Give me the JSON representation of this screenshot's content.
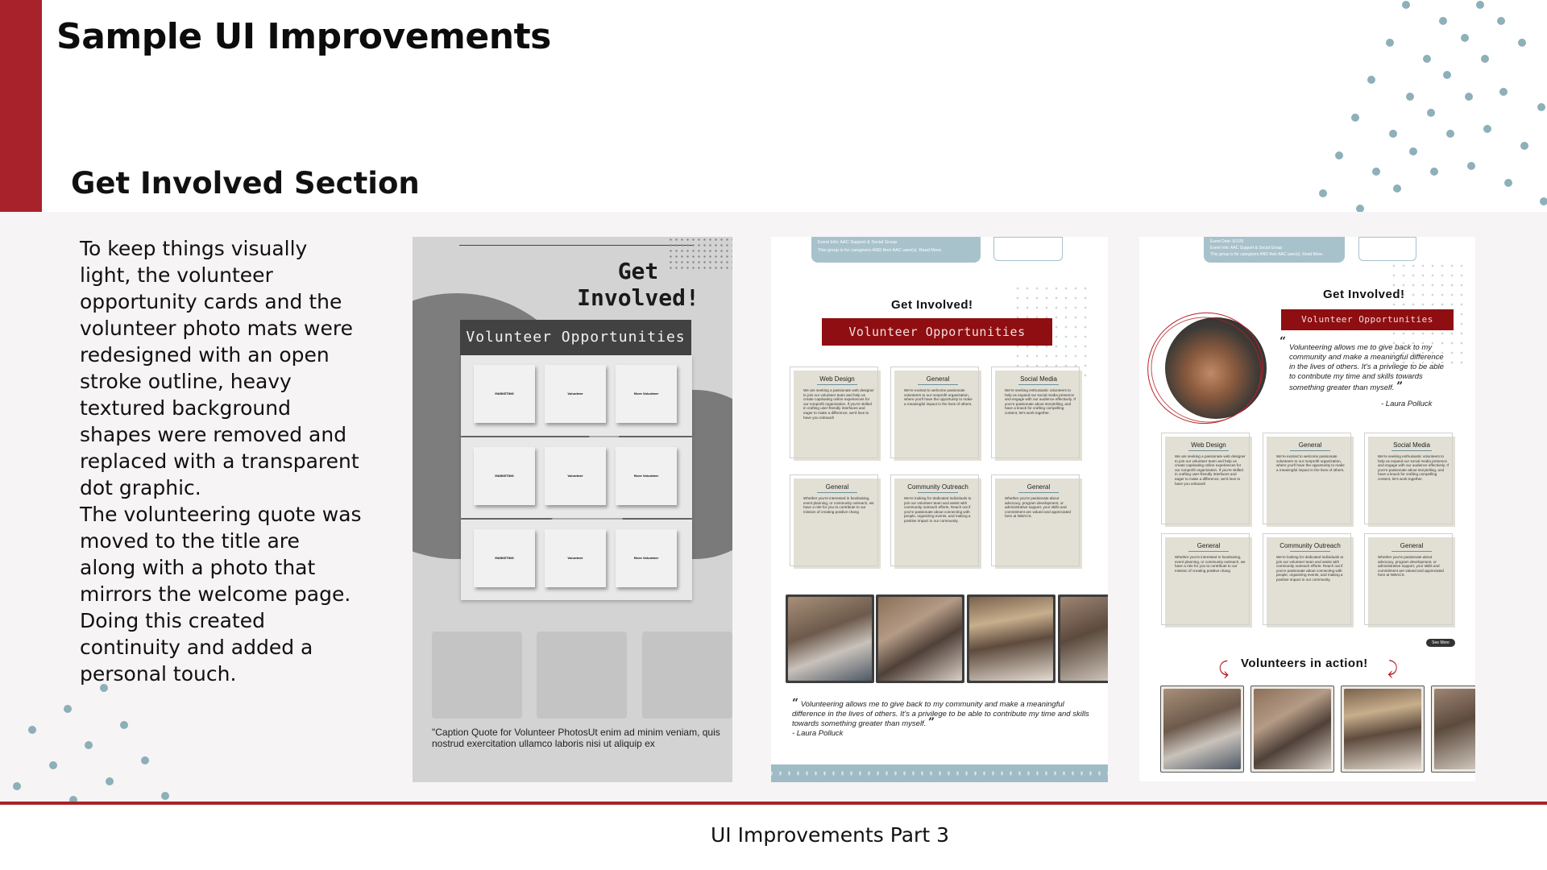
{
  "slide": {
    "title": "Sample UI Improvements",
    "section_title": "Get Involved Section",
    "paragraphs": [
      "To keep things visually light, the volunteer opportunity cards and the volunteer photo mats were redesigned with an open stroke outline, heavy textured background shapes were removed and replaced with a transparent dot graphic.",
      "The volunteering quote was moved to the title are along with a photo that mirrors the welcome page. Doing this created continuity and added a personal touch."
    ],
    "footer": "UI Improvements Part 3",
    "colors": {
      "accent_red": "#a8222b",
      "dot_teal": "#7aa3ae",
      "banner_red": "#8e0e11",
      "card_beige": "#e2e0d4"
    }
  },
  "old_design": {
    "heading": "Get\nInvolved!",
    "banner": "Volunteer Opportunities",
    "card_labels": [
      [
        "MARKETING",
        "Volunteer",
        "More Volunteer"
      ],
      [
        "MARKETING",
        "Volunteer",
        "More Volunteer"
      ],
      [
        "MARKETING",
        "Volunteer",
        "More Volunteer"
      ]
    ],
    "caption": "\"Caption Quote for Volunteer PhotosUt enim ad minim veniam, quis nostrud exercitation ullamco laboris nisi ut aliquip ex"
  },
  "mid_design": {
    "event_line_1": "Event Info: AAC Support & Social Group",
    "event_line_2": "This group is for caregivers AND their AAC user(s). Read More.",
    "heading": "Get Involved!",
    "banner": "Volunteer Opportunities",
    "quote": "Volunteering allows me to give back to my community and make a meaningful difference in the lives of others. It's a privilege to be able to contribute my time and skills towards something greater than myself.",
    "author": "- Laura Polluck"
  },
  "right_design": {
    "event_line_1": "Event Date: 6/1/26",
    "event_line_2": "Event Info: AAC Support & Social Group",
    "event_line_3": "This group is for caregivers AND their AAC user(s). Read More.",
    "heading": "Get Involved!",
    "banner": "Volunteer Opportunities",
    "quote": "Volunteering allows me to give back to my community and make a meaningful difference in the lives of others. It's a privilege to be able to contribute my time and skills towards something greater than myself.",
    "author": "- Laura Polluck",
    "see_more": "See More",
    "volunteers_title": "Volunteers in action!"
  },
  "cards": [
    {
      "title": "Web Design",
      "body": "We are seeking a passionate web designer to join our volunteer team and help us create captivating online experiences for our nonprofit organization. If you're skilled in crafting user-friendly interfaces and eager to make a difference, we'd love to have you onboard!"
    },
    {
      "title": "General",
      "body": "We're excited to welcome passionate volunteers to our nonprofit organization, where you'll have the opportunity to make a meaningful impact in the lives of others."
    },
    {
      "title": "Social Media",
      "body": "We're seeking enthusiastic volunteers to help us expand our social media presence and engage with our audience effectively. If you're passionate about storytelling, and have a knack for crafting compelling content, let's work together."
    },
    {
      "title": "General",
      "body": "Whether you're interested in fundraising, event planning, or community outreach, we have a role for you to contribute to our mission of creating positive chang"
    },
    {
      "title": "Community Outreach",
      "body": "We're looking for dedicated individuals to join our volunteer team and assist with community outreach efforts. Reach out if you're passionate about connecting with people, organizing events, and making a positive impact in our community."
    },
    {
      "title": "General",
      "body": "Whether you're passionate about advocacy, program development, or administrative support, your skills and commitment are valued and appreciated here at NWACS."
    }
  ]
}
